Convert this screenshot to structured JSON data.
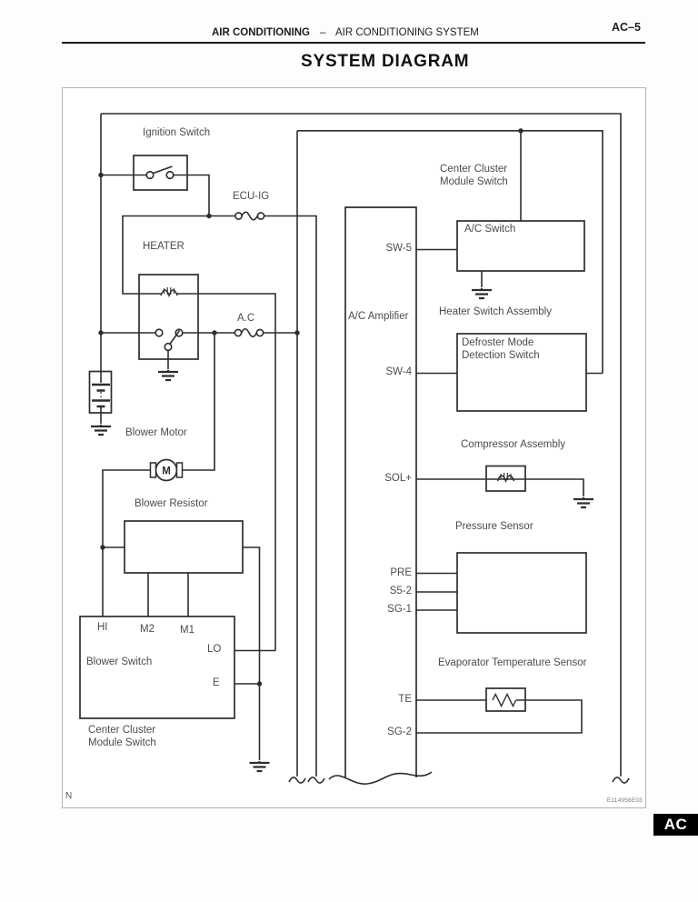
{
  "header": {
    "section": "AIR CONDITIONING",
    "separator": "–",
    "subsection": "AIR CONDITIONING SYSTEM",
    "page_number": "AC–5"
  },
  "title": "SYSTEM DIAGRAM",
  "side_tab": "AC",
  "diagram": {
    "footnote": "N",
    "figure_code": "E114958E03",
    "power": {
      "ignition_switch": "Ignition Switch",
      "ecu_ig_fuse": "ECU-IG",
      "heater_relay": "HEATER",
      "ac_fuse": "A.C"
    },
    "blower": {
      "motor": "Blower Motor",
      "motor_symbol": "M",
      "resistor": "Blower Resistor",
      "switch": "Blower Switch",
      "switch_terminals": [
        "HI",
        "M2",
        "M1",
        "LO",
        "E"
      ],
      "module_label": [
        "Center Cluster",
        "Module Switch"
      ]
    },
    "amplifier": {
      "label": "A/C Amplifier",
      "terminals": [
        "SW-5",
        "SW-4",
        "SOL+",
        "PRE",
        "S5-2",
        "SG-1",
        "TE",
        "SG-2"
      ]
    },
    "right": {
      "module_label": [
        "Center Cluster",
        "Module Switch"
      ],
      "ac_switch": "A/C Switch",
      "heater_switch_assembly": "Heater Switch Assembly",
      "defroster_switch": [
        "Defroster Mode",
        "Detection Switch"
      ],
      "compressor": "Compressor Assembly",
      "pressure_sensor": "Pressure Sensor",
      "evaporator_sensor": "Evaporator Temperature Sensor"
    }
  }
}
